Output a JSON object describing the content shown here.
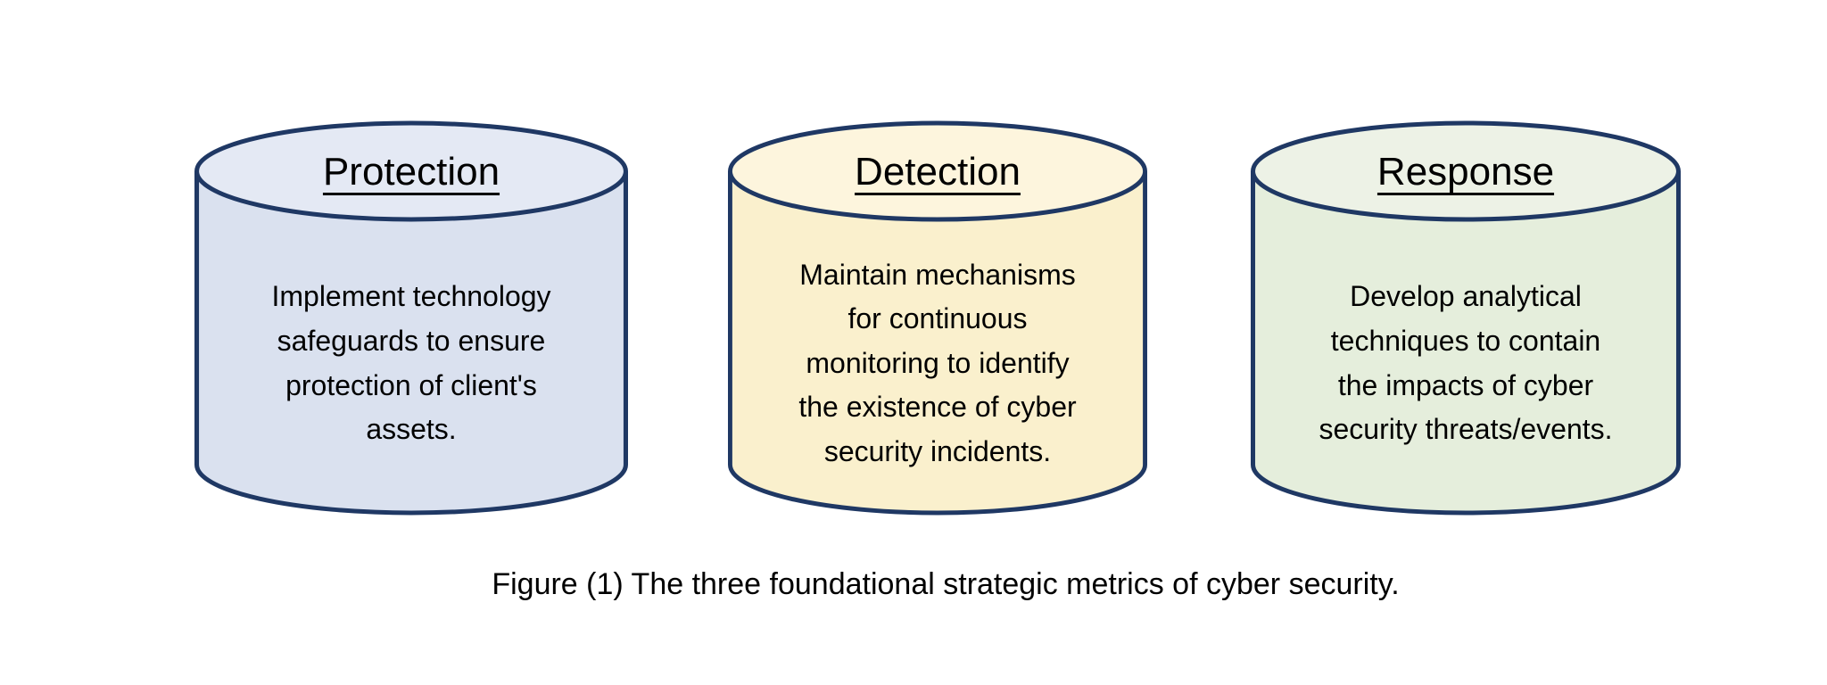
{
  "figure": {
    "caption": "Figure (1) The three foundational strategic metrics of cyber security."
  },
  "theme": {
    "border_color": "#1f3864",
    "text_color": "#000000",
    "background_color": "#ffffff"
  },
  "cylinders": [
    {
      "title": "Protection",
      "description": "Implement technology\nsafeguards to ensure\nprotection of client's\nassets.",
      "body_color": "#dae1ef",
      "top_color": "#e4e9f4"
    },
    {
      "title": "Detection",
      "description": "Maintain mechanisms\nfor continuous\nmonitoring to identify\nthe existence of cyber\nsecurity incidents.",
      "body_color": "#faf0cd",
      "top_color": "#fdf5dd"
    },
    {
      "title": "Response",
      "description": "Develop analytical\ntechniques to contain\nthe impacts of cyber\nsecurity threats/events.",
      "body_color": "#e5eedc",
      "top_color": "#edf2e6"
    }
  ]
}
